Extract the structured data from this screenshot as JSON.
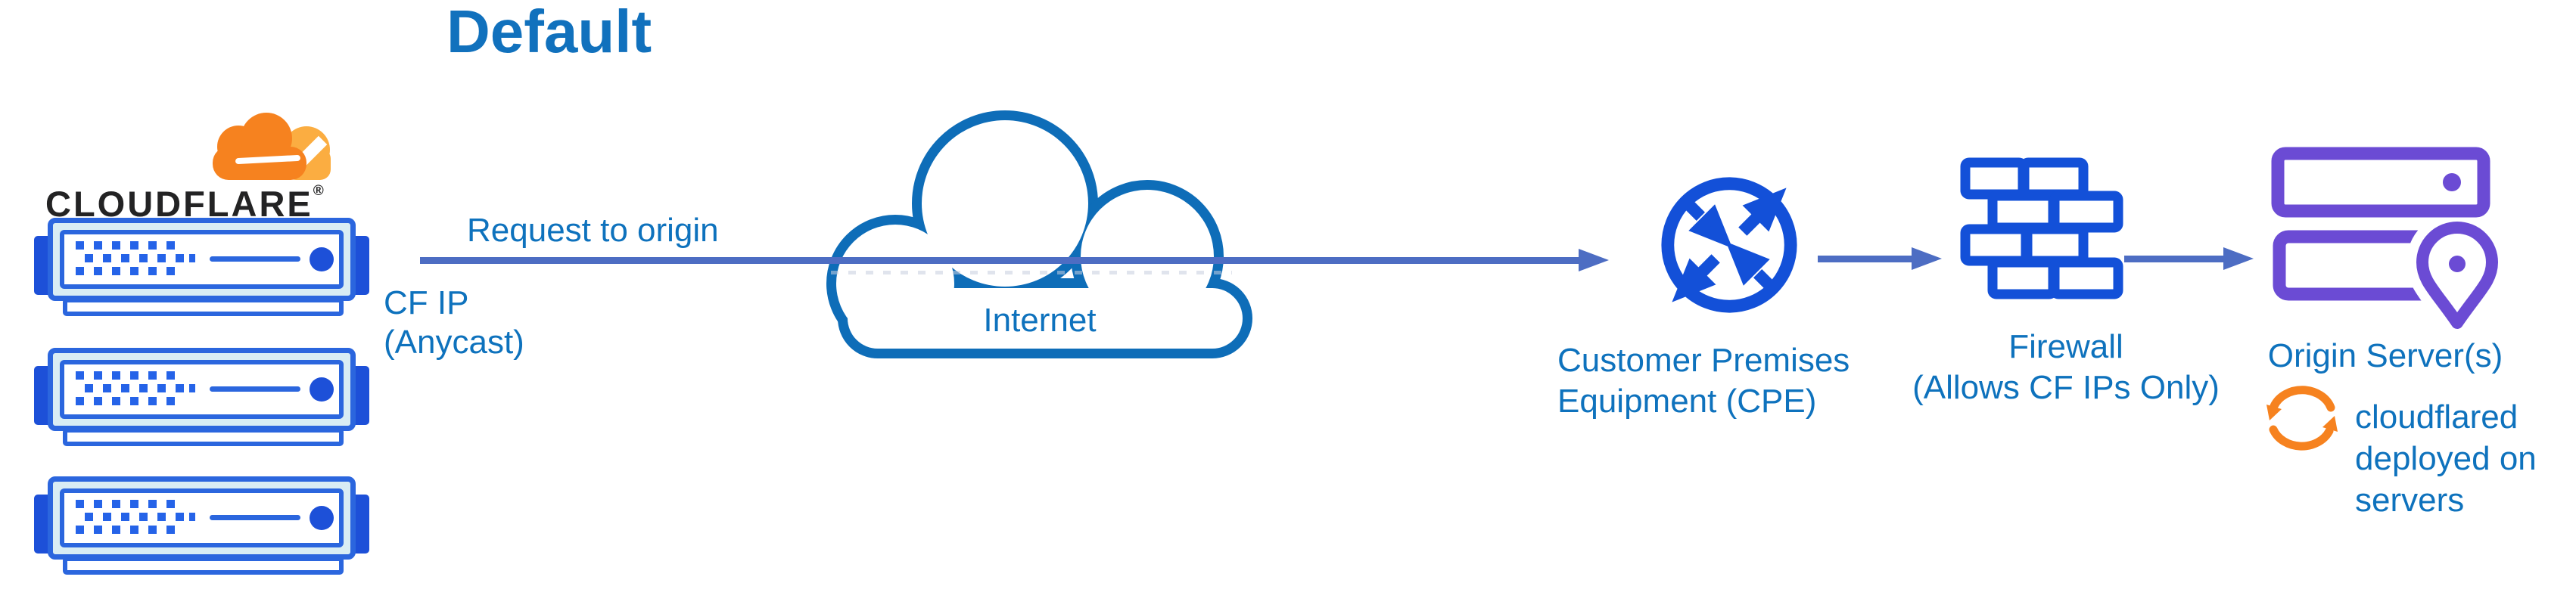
{
  "diagram": {
    "title": "Default",
    "brand": {
      "wordmark": "CLOUDFLARE",
      "registered_mark": "®",
      "logo_icon": "cloudflare-cloud-logo",
      "edge_server_icon": "edge-server-rack-icon",
      "edge_server_count": 3
    },
    "edge": {
      "request_label": "Request to origin",
      "ip_line1": "CF IP",
      "ip_line2": "(Anycast)"
    },
    "internet": {
      "label": "Internet",
      "icon": "internet-cloud-icon"
    },
    "cpe": {
      "line1": "Customer Premises",
      "line2": "Equipment (CPE)",
      "icon": "cpe-router-icon"
    },
    "firewall": {
      "line1": "Firewall",
      "line2": "(Allows CF IPs Only)",
      "icon": "firewall-brick-wall-icon"
    },
    "origin": {
      "label": "Origin Server(s)",
      "icon": "origin-servers-location-icon",
      "note_icon": "cloudflared-sync-icon",
      "note_line1": "cloudflared",
      "note_line2": "deployed on",
      "note_line3": "servers"
    },
    "colors": {
      "title_blue": "#1171bd",
      "label_blue": "#0e72bd",
      "icon_blue": "#1350d8",
      "server_border": "#2b66de",
      "server_ear": "#1d50d8",
      "server_frame": "#d9edf4",
      "server_dot": "#2563e8",
      "connector": "#4d6dc3",
      "cloud_stroke": "#0e6db8",
      "origin_purple": "#6b4bd4",
      "cf_orange": "#f6821f",
      "cf_orange_light": "#fbad41",
      "wordmark_dark": "#232324"
    }
  }
}
